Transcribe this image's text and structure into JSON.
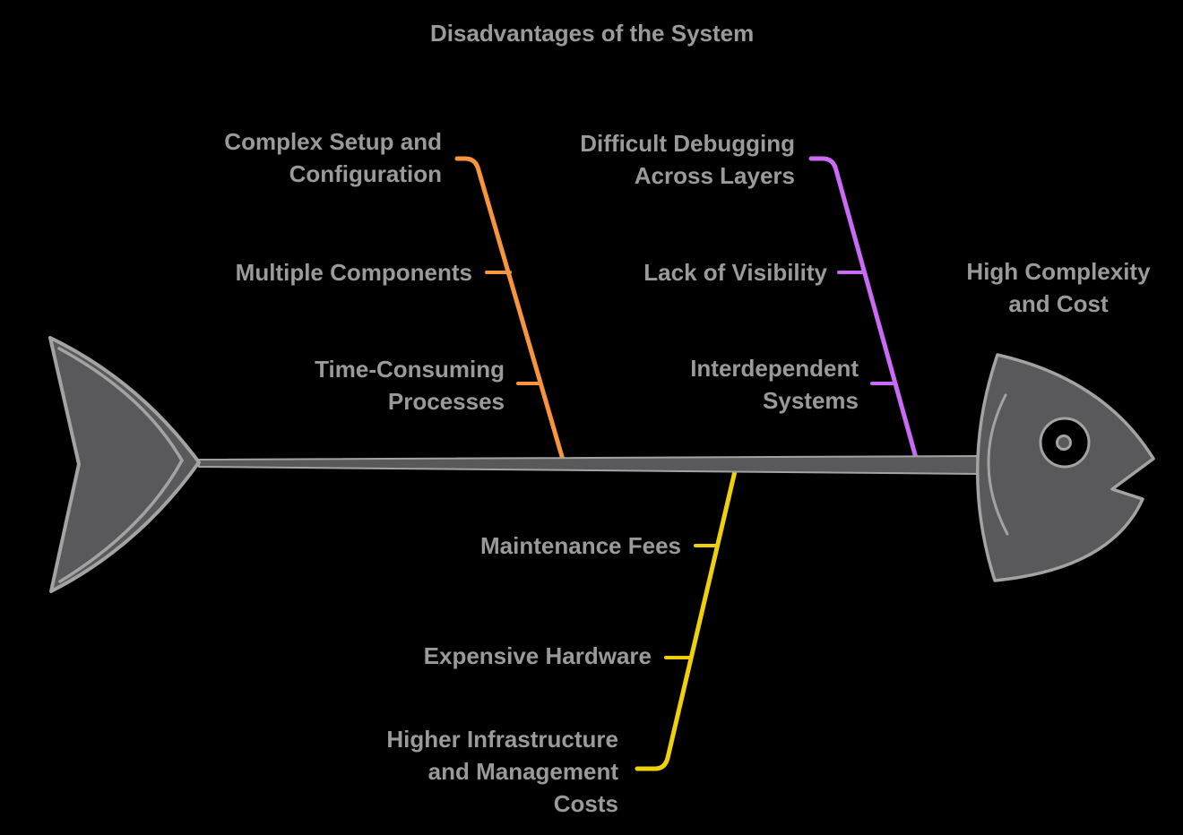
{
  "title": "Disadvantages of the System",
  "colors": {
    "background": "#000000",
    "text": "#9A9A9A",
    "fish_fill": "#59595B",
    "fish_outline": "#A3A3A3",
    "branch_setup": "#F7943D",
    "branch_debugging": "#C96BF5",
    "branch_cost": "#EFD10B"
  },
  "diagram": {
    "type": "fishbone",
    "effect": {
      "name": "high-complexity-and-cost",
      "lines": [
        "High Complexity",
        "and Cost"
      ]
    },
    "branches": [
      {
        "name": "setup-branch",
        "color": "#F7943D",
        "causes": [
          {
            "lines": [
              "Complex Setup and",
              "Configuration"
            ]
          },
          {
            "lines": [
              "Multiple Components"
            ]
          },
          {
            "lines": [
              "Time-Consuming",
              "Processes"
            ]
          }
        ]
      },
      {
        "name": "debugging-branch",
        "color": "#C96BF5",
        "causes": [
          {
            "lines": [
              "Difficult Debugging",
              "Across Layers"
            ]
          },
          {
            "lines": [
              "Lack of Visibility"
            ]
          },
          {
            "lines": [
              "Interdependent",
              "Systems"
            ]
          }
        ]
      },
      {
        "name": "cost-branch",
        "color": "#EFD10B",
        "causes": [
          {
            "lines": [
              "Maintenance Fees"
            ]
          },
          {
            "lines": [
              "Expensive Hardware"
            ]
          },
          {
            "lines": [
              "Higher Infrastructure",
              "and Management",
              "Costs"
            ]
          }
        ]
      }
    ]
  }
}
